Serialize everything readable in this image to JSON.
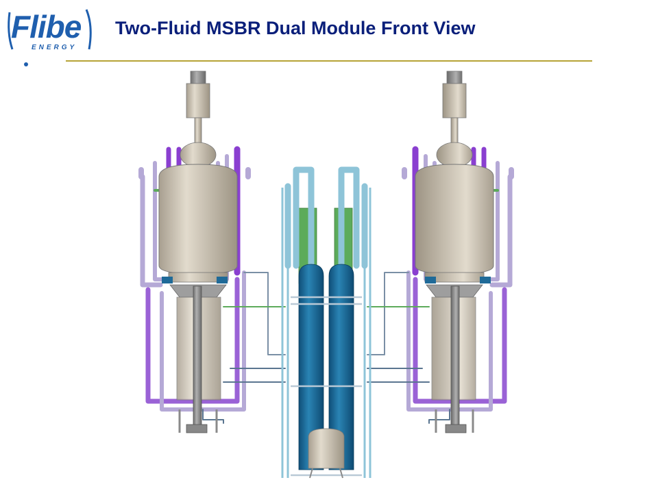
{
  "logo": {
    "word": "Flibe",
    "sub": "ENERGY"
  },
  "title": "Two-Fluid MSBR Dual Module Front View",
  "colors": {
    "title": "#0a1f7a",
    "logo": "#1f5fae",
    "rule": "#b6a336",
    "vessel": "#cfc7b8",
    "core_vessel": "#1c6a98",
    "pipe_light_purple": "#b5a9d6",
    "pipe_purple": "#9a62d6",
    "pipe_light_blue": "#8ec4d8",
    "pipe_green": "#5cab5a",
    "frame_grey": "#8a8a8a"
  }
}
